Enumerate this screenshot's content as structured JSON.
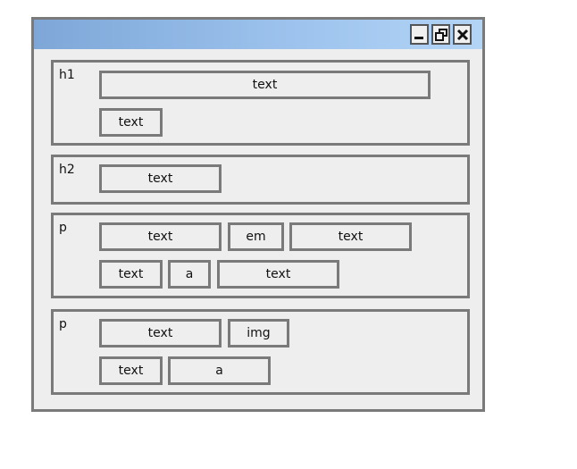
{
  "window": {
    "controls": [
      "minimize-icon",
      "restore-icon",
      "close-icon"
    ]
  },
  "blocks": [
    {
      "tag": "h1",
      "lines": [
        [
          "text"
        ],
        [
          "text"
        ]
      ]
    },
    {
      "tag": "h2",
      "lines": [
        [
          "text"
        ]
      ]
    },
    {
      "tag": "p",
      "lines": [
        [
          "text",
          "em",
          "text"
        ],
        [
          "text",
          "a",
          "text"
        ]
      ]
    },
    {
      "tag": "p",
      "lines": [
        [
          "text",
          "img"
        ],
        [
          "text",
          "a"
        ]
      ]
    }
  ]
}
